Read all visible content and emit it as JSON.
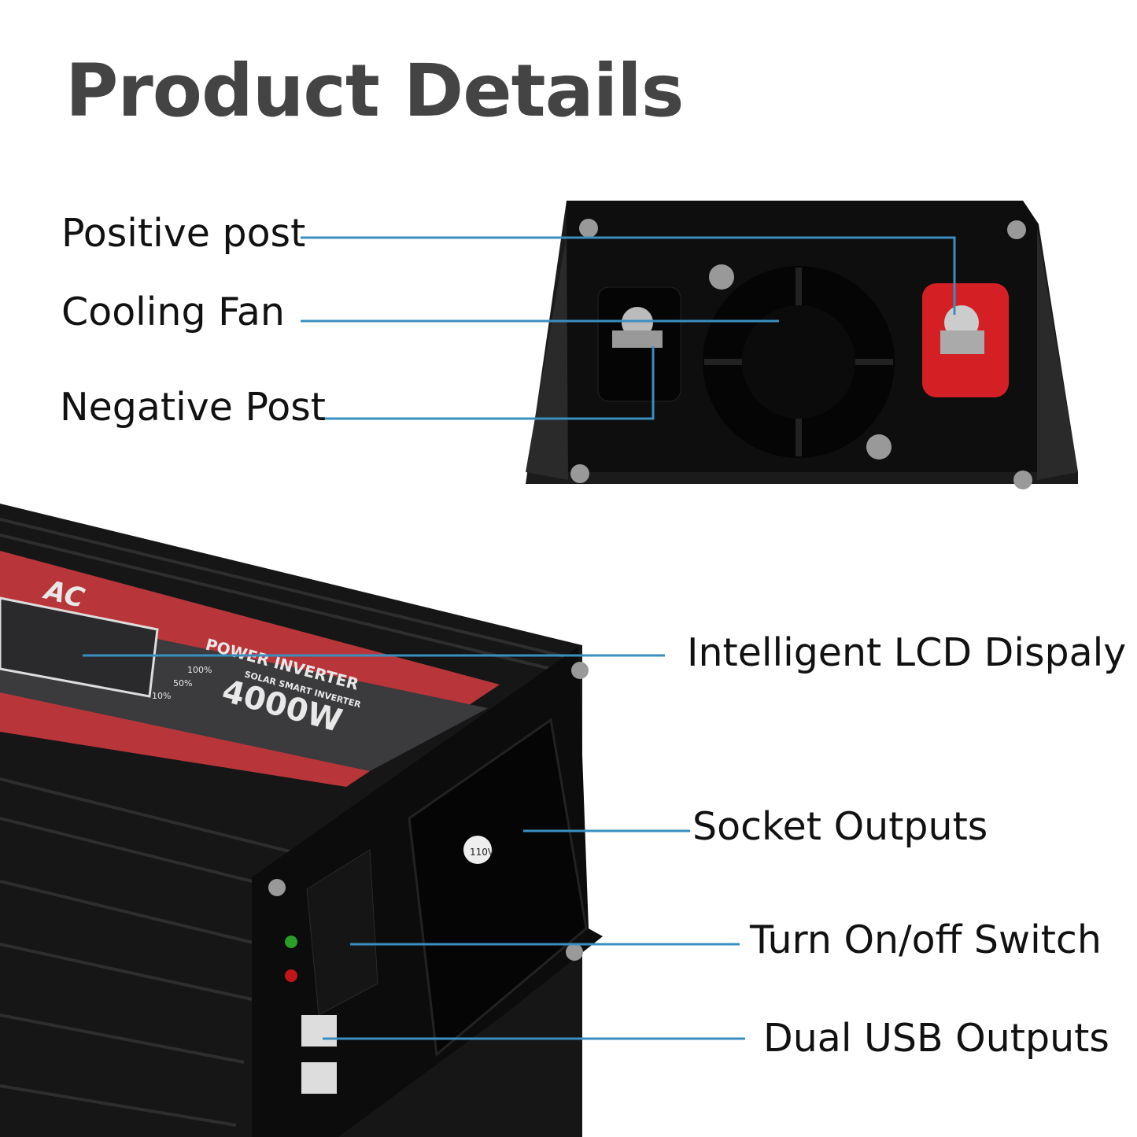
{
  "title": "Product Details",
  "callouts": {
    "positive_post": "Positive post",
    "cooling_fan": "Cooling Fan",
    "negative_post": "Negative Post",
    "lcd_display": "Intelligent LCD Dispaly",
    "socket_outputs": "Socket Outputs",
    "switch": "Turn On/off Switch",
    "usb_outputs": "Dual USB Outputs"
  },
  "product_label": {
    "ac": "AC",
    "brand_line": "POWER INVERTER",
    "sub_line": "SOLAR SMART INVERTER",
    "wattage": "4000W",
    "levels": [
      "100%",
      "50%",
      "10%"
    ],
    "socket_voltage": "110V"
  },
  "colors": {
    "leader_line": "#3a8fc0",
    "red_panel": "#b8363a",
    "body": "#141414"
  }
}
